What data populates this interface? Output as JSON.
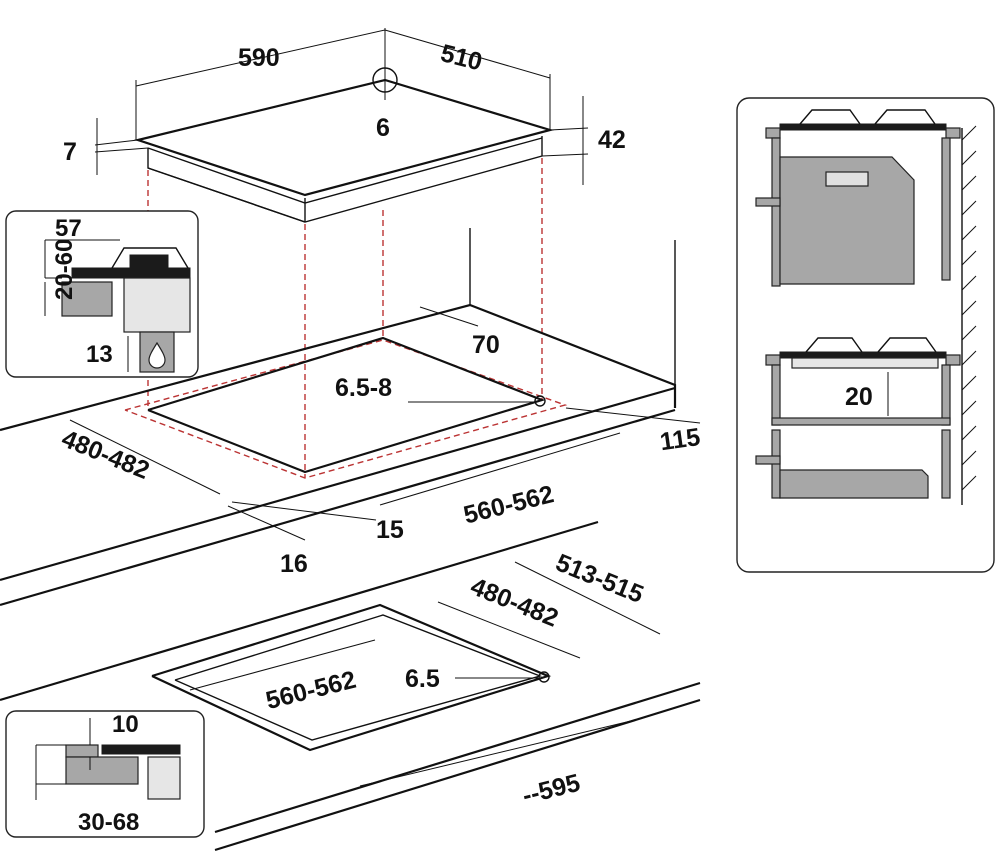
{
  "dimensions": {
    "width_590": "590",
    "depth_510": "510",
    "corner_6": "6",
    "thickness_7": "7",
    "height_42": "42",
    "cutout_depth_top": "480-482",
    "cutout_width_top": "560-562",
    "offset_70": "70",
    "radius_6_5_8": "6.5-8",
    "offset_115": "115",
    "offset_15": "15",
    "offset_16": "16",
    "flush_depth": "513-515",
    "flush_inner_depth": "480-482",
    "flush_inner_width": "560-562",
    "radius_6_5": "6.5",
    "flush_width": "--595"
  },
  "inset_top_left": {
    "dim_57": "57",
    "dim_20_60": "20-60",
    "dim_13": "13"
  },
  "inset_bottom_left": {
    "dim_10": "10",
    "dim_30_68": "30-68"
  },
  "inset_right": {
    "dim_20": "20"
  },
  "icons": {
    "gas": "water-drop-icon"
  },
  "colors": {
    "line": "#111111",
    "dashed_guide": "#b33333",
    "panel_grey": "#a7a7a7",
    "panel_dark": "#1b1b1b"
  }
}
